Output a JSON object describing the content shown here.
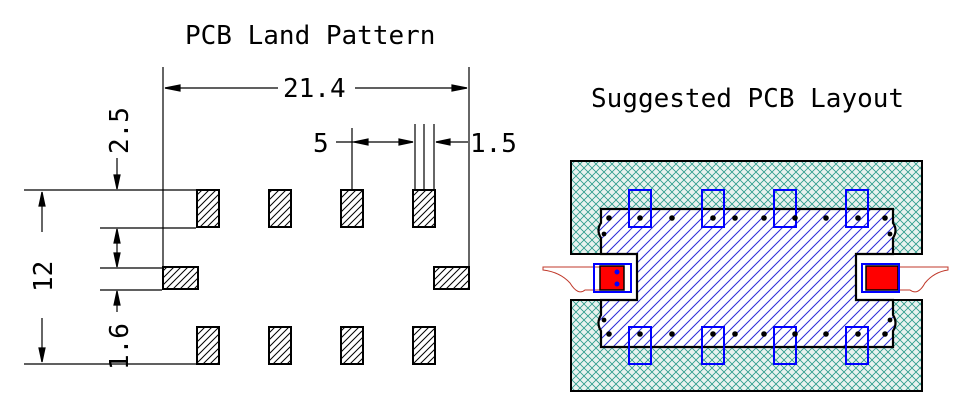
{
  "left_title": "PCB Land Pattern",
  "right_title": "Suggested PCB Layout",
  "dimensions": {
    "overall_width": "21.4",
    "pad_pitch": "5",
    "pad_width": "1.5",
    "pad_length": "2.5",
    "row_spacing": "12",
    "side_pad_width": "1.6"
  },
  "colors": {
    "outline": "#000000",
    "ground_hatch": "#2a9a8a",
    "trace_hatch": "#2a2ad8",
    "via_pad_outline": "#0000ff",
    "signal_pad": "#ff0000",
    "signal_trace_outline": "#c0392b"
  }
}
